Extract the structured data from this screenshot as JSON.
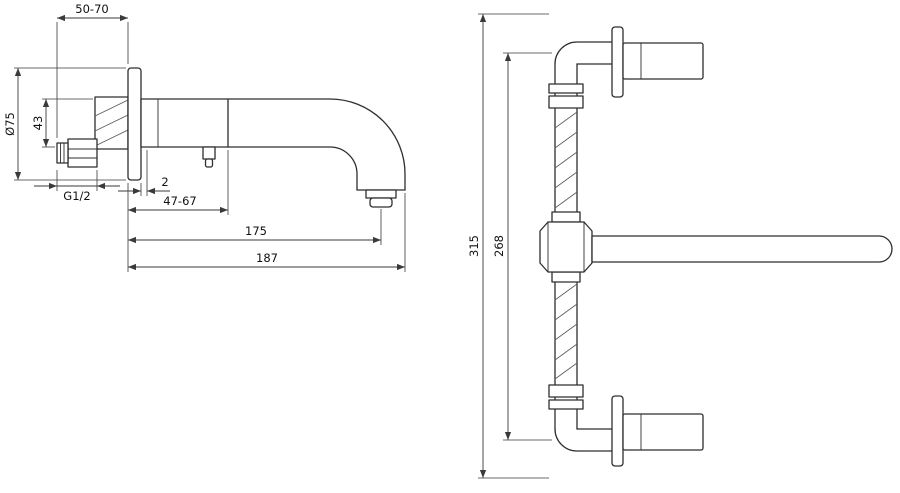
{
  "drawing": {
    "colors": {
      "line": "#2e2e2e",
      "text": "#111111",
      "background": "#ffffff"
    }
  },
  "side_view": {
    "dimensions": {
      "embed_depth": "50-70",
      "flange_diameter": "Ø75",
      "body_height": "43",
      "thread": "G1/2",
      "plate_gap": "2",
      "body_reach": "47-67",
      "spout_reach": "175",
      "overall_reach": "187"
    }
  },
  "front_view": {
    "dimensions": {
      "overall_height": "315",
      "supply_span": "268"
    }
  }
}
